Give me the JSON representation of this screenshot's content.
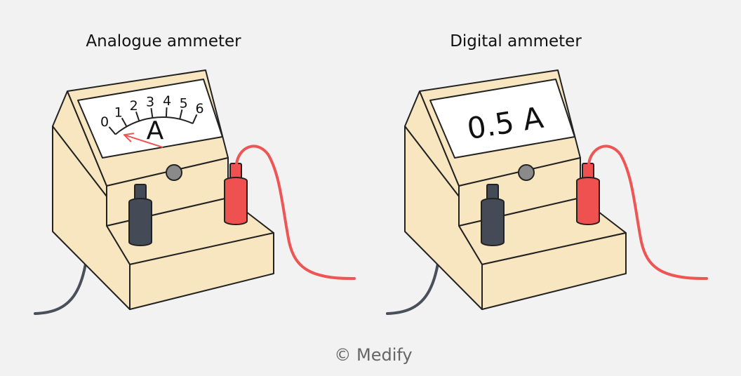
{
  "analogue": {
    "title": "Analogue ammeter",
    "scale_labels": [
      "0",
      "1",
      "2",
      "3",
      "4",
      "5",
      "6"
    ],
    "unit_symbol": "A",
    "needle_reading": 0.5
  },
  "digital": {
    "title": "Digital ammeter",
    "display": "0.5 A"
  },
  "credit": "© Medify",
  "colors": {
    "background": "#f2f2f2",
    "case": "#f7e6bf",
    "outline": "#222222",
    "black_terminal": "#454a57",
    "red_terminal": "#ef5050",
    "black_wire": "#4a4f5c",
    "red_wire": "#ee5555",
    "needle": "#ee5555",
    "knob": "#8a8a8a"
  }
}
